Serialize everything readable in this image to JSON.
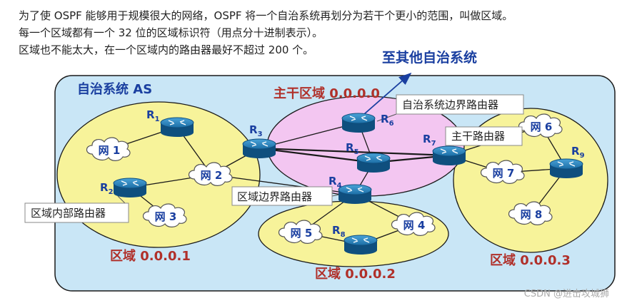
{
  "intro": [
    "为了使 OSPF 能够用于规模很大的网络，OSPF 将一个自治系统再划分为若干个更小的范围，叫做区域。",
    "每一个区域都有一个 32 位的区域标识符（用点分十进制表示）。",
    "区域也不能太大，在一个区域内的路由器最好不超过 200 个。"
  ],
  "external_label": "至其他自治系统",
  "as_label": "自治系统 AS",
  "areas": {
    "backbone": "主干区域 0.0.0.0",
    "area1": "区域 0.0.0.1",
    "area2": "区域 0.0.0.2",
    "area3": "区域 0.0.0.3"
  },
  "callouts": {
    "as_boundary": "自治系统边界路由器",
    "backbone_router": "主干路由器",
    "area_border": "区域边界路由器",
    "internal": "区域内部路由器"
  },
  "routers": {
    "R1": {
      "name": "R",
      "sub": "1"
    },
    "R2": {
      "name": "R",
      "sub": "2"
    },
    "R3": {
      "name": "R",
      "sub": "3"
    },
    "R4": {
      "name": "R",
      "sub": "4"
    },
    "R5": {
      "name": "R",
      "sub": "5"
    },
    "R6": {
      "name": "R",
      "sub": "6"
    },
    "R7": {
      "name": "R",
      "sub": "7"
    },
    "R8": {
      "name": "R",
      "sub": "8"
    },
    "R9": {
      "name": "R",
      "sub": "9"
    }
  },
  "networks": {
    "n1": "网 1",
    "n2": "网 2",
    "n3": "网 3",
    "n4": "网 4",
    "n5": "网 5",
    "n6": "网 6",
    "n7": "网 7",
    "n8": "网 8"
  },
  "watermark": "CSDN @进击攻城狮",
  "colors": {
    "as_fill": "#c9e6f6",
    "area_fill": "#f7f39a",
    "backbone_fill": "#f3c6f1",
    "router": "#1c6ea6",
    "title_red": "#b0302a",
    "blue_text": "#1a3fa0"
  }
}
